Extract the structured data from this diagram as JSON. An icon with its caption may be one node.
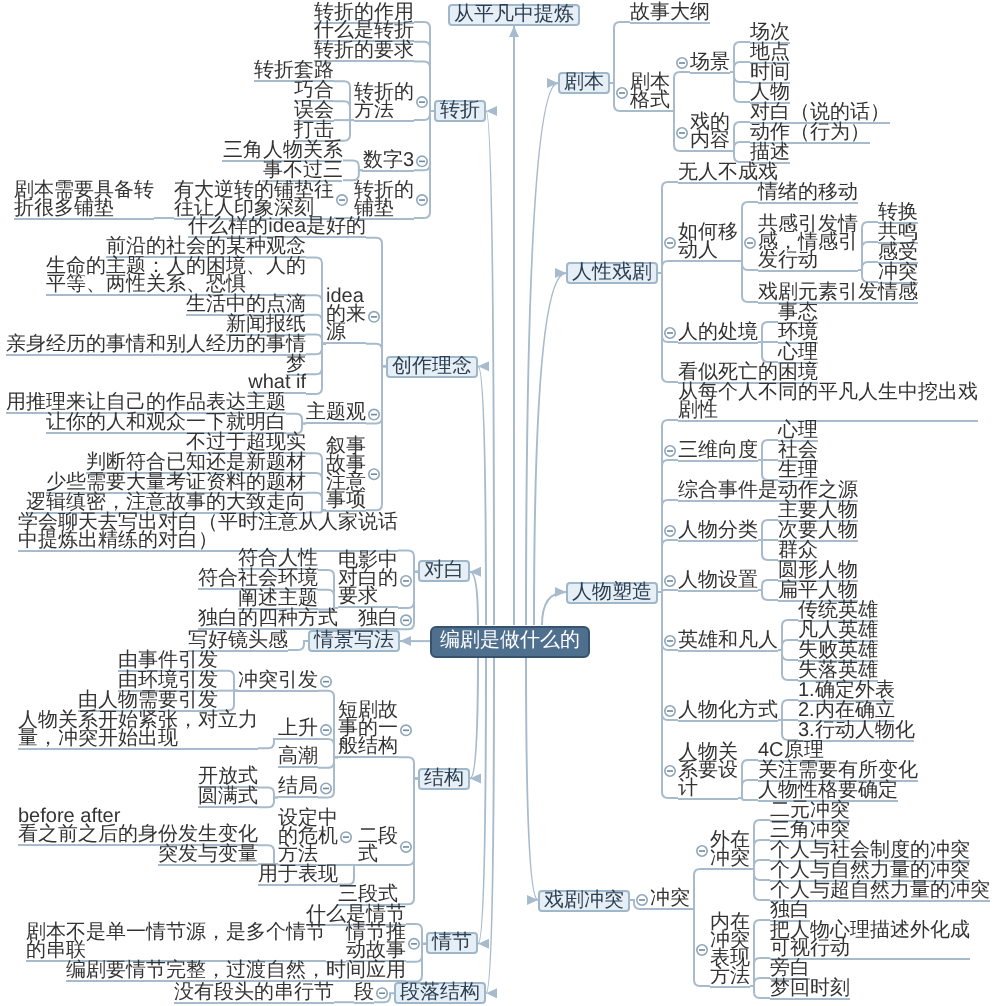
{
  "diagram": {
    "nodes": [
      {
        "text": [
          "编剧是做什么的"
        ]
      },
      {
        "text": [
          "从平凡中提炼"
        ]
      },
      {
        "text": [
          "剧本"
        ]
      },
      {
        "text": [
          "故事大纲"
        ]
      },
      {
        "text": [
          "剧本格式"
        ]
      },
      {
        "text": [
          "场景"
        ]
      },
      {
        "text": [
          "场次"
        ]
      },
      {
        "text": [
          "地点"
        ]
      },
      {
        "text": [
          "时间"
        ]
      },
      {
        "text": [
          "人物"
        ]
      },
      {
        "text": [
          "戏的内容"
        ]
      },
      {
        "text": [
          "对白（说的话）"
        ]
      },
      {
        "text": [
          "动作（行为）"
        ]
      },
      {
        "text": [
          "描述"
        ]
      },
      {
        "text": [
          "人性戏剧"
        ]
      },
      {
        "text": [
          "无人不成戏"
        ]
      },
      {
        "text": [
          "如何移动人"
        ]
      },
      {
        "text": [
          "情绪的移动"
        ]
      },
      {
        "text": [
          "共感引发情感，情感引发行动"
        ]
      },
      {
        "text": [
          "转换"
        ]
      },
      {
        "text": [
          "共鸣"
        ]
      },
      {
        "text": [
          "感受"
        ]
      },
      {
        "text": [
          "冲突"
        ]
      },
      {
        "text": [
          "戏剧元素引发情感"
        ]
      },
      {
        "text": [
          "人的处境"
        ]
      },
      {
        "text": [
          "事态"
        ]
      },
      {
        "text": [
          "环境"
        ]
      },
      {
        "text": [
          "心理"
        ]
      },
      {
        "text": [
          "看似死亡的困境"
        ]
      },
      {
        "text": [
          "人物塑造"
        ]
      },
      {
        "text": [
          "从每个人不同的平凡人生中挖出戏剧性"
        ]
      },
      {
        "text": [
          "三维向度"
        ]
      },
      {
        "text": [
          "心理"
        ]
      },
      {
        "text": [
          "社会"
        ]
      },
      {
        "text": [
          "生理"
        ]
      },
      {
        "text": [
          "综合事件是动作之源"
        ]
      },
      {
        "text": [
          "人物分类"
        ]
      },
      {
        "text": [
          "主要人物"
        ]
      },
      {
        "text": [
          "次要人物"
        ]
      },
      {
        "text": [
          "群众"
        ]
      },
      {
        "text": [
          "人物设置"
        ]
      },
      {
        "text": [
          "圆形人物"
        ]
      },
      {
        "text": [
          "扁平人物"
        ]
      },
      {
        "text": [
          "英雄和凡人"
        ]
      },
      {
        "text": [
          "传统英雄"
        ]
      },
      {
        "text": [
          "凡人英雄"
        ]
      },
      {
        "text": [
          "失败英雄"
        ]
      },
      {
        "text": [
          "失落英雄"
        ]
      },
      {
        "text": [
          "人物化方式"
        ]
      },
      {
        "text": [
          "1.确定外表"
        ]
      },
      {
        "text": [
          "2.内在确立"
        ]
      },
      {
        "text": [
          "3.行动人物化"
        ]
      },
      {
        "text": [
          "人物关系要设计"
        ]
      },
      {
        "text": [
          "4C原理"
        ]
      },
      {
        "text": [
          "关注需要有所变化"
        ]
      },
      {
        "text": [
          "人物性格要确定"
        ]
      },
      {
        "text": [
          "戏剧冲突"
        ]
      },
      {
        "text": [
          "冲突"
        ]
      },
      {
        "text": [
          "外在冲突"
        ]
      },
      {
        "text": [
          "二元冲突"
        ]
      },
      {
        "text": [
          "三角冲突"
        ]
      },
      {
        "text": [
          "个人与社会制度的冲突"
        ]
      },
      {
        "text": [
          "个人与自然力量的冲突"
        ]
      },
      {
        "text": [
          "个人与超自然力量的冲突"
        ]
      },
      {
        "text": [
          "内在冲突表现方法"
        ]
      },
      {
        "text": [
          "独白"
        ]
      },
      {
        "text": [
          "把人物心理描述外化成可视行动"
        ]
      },
      {
        "text": [
          "旁白"
        ]
      },
      {
        "text": [
          "梦回时刻"
        ]
      },
      {
        "text": [
          "转折"
        ]
      },
      {
        "text": [
          "转折的作用"
        ]
      },
      {
        "text": [
          "什么是转折"
        ]
      },
      {
        "text": [
          "转折的要求"
        ]
      },
      {
        "text": [
          "转折的方法"
        ]
      },
      {
        "text": [
          "转折套路"
        ]
      },
      {
        "text": [
          "巧合"
        ]
      },
      {
        "text": [
          "误会"
        ]
      },
      {
        "text": [
          "打击"
        ]
      },
      {
        "text": [
          "数字3"
        ]
      },
      {
        "text": [
          "三角人物关系"
        ]
      },
      {
        "text": [
          "事不过三"
        ]
      },
      {
        "text": [
          "转折的铺垫"
        ]
      },
      {
        "text": [
          "有大逆转的铺垫往往让人印象深刻"
        ]
      },
      {
        "text": [
          "剧本需要具备转折很多铺垫"
        ]
      },
      {
        "text": [
          "创作理念"
        ]
      },
      {
        "text": [
          "什么样的idea是好的"
        ]
      },
      {
        "text": [
          "idea的来源"
        ]
      },
      {
        "text": [
          "前沿的社会的某种观念"
        ]
      },
      {
        "text": [
          "生命的主题：人的困境、人的平等、两性关系、恐惧"
        ]
      },
      {
        "text": [
          "生活中的点滴"
        ]
      },
      {
        "text": [
          "新闻报纸"
        ]
      },
      {
        "text": [
          "亲身经历的事情和别人经历的事情"
        ]
      },
      {
        "text": [
          "梦"
        ]
      },
      {
        "text": [
          "what if"
        ]
      },
      {
        "text": [
          "主题观"
        ]
      },
      {
        "text": [
          "用推理来让自己的作品表达主题"
        ]
      },
      {
        "text": [
          "让你的人和观众一下就明白"
        ]
      },
      {
        "text": [
          "叙事故事注意事项"
        ]
      },
      {
        "text": [
          "不过于超现实"
        ]
      },
      {
        "text": [
          "判断符合已知还是新题材"
        ]
      },
      {
        "text": [
          "少些需要大量考证资料的题材"
        ]
      },
      {
        "text": [
          "逻辑缜密，注意故事的大致走向"
        ]
      },
      {
        "text": [
          "对白"
        ]
      },
      {
        "text": [
          "学会聊天去写出对白（平时注意从人家说话中提炼出精练的对白）"
        ]
      },
      {
        "text": [
          "电影中对白的要求"
        ]
      },
      {
        "text": [
          "符合人性"
        ]
      },
      {
        "text": [
          "符合社会环境"
        ]
      },
      {
        "text": [
          "阐述主题"
        ]
      },
      {
        "text": [
          "独白"
        ]
      },
      {
        "text": [
          "独白的四种方式"
        ]
      },
      {
        "text": [
          "情景写法"
        ]
      },
      {
        "text": [
          "写好镜头感"
        ]
      },
      {
        "text": [
          "结构"
        ]
      },
      {
        "text": [
          "短剧故事的一般结构"
        ]
      },
      {
        "text": [
          "冲突引发"
        ]
      },
      {
        "text": [
          "由事件引发"
        ]
      },
      {
        "text": [
          "由环境引发"
        ]
      },
      {
        "text": [
          "由人物需要引发"
        ]
      },
      {
        "text": [
          "上升"
        ]
      },
      {
        "text": [
          "人物关系开始紧张，对立力量，冲突开始出现"
        ]
      },
      {
        "text": [
          "高潮"
        ]
      },
      {
        "text": [
          "结局"
        ]
      },
      {
        "text": [
          "开放式"
        ]
      },
      {
        "text": [
          "圆满式"
        ]
      },
      {
        "text": [
          "二段式"
        ]
      },
      {
        "text": [
          "设定中的危机方法"
        ]
      },
      {
        "text": [
          "before after",
          "看之前之后的身份发生变化"
        ]
      },
      {
        "text": [
          "突发与变量"
        ]
      },
      {
        "text": [
          "用于表现"
        ]
      },
      {
        "text": [
          "三段式"
        ]
      },
      {
        "text": [
          "情节"
        ]
      },
      {
        "text": [
          "什么是情节"
        ]
      },
      {
        "text": [
          "情节推动故事"
        ]
      },
      {
        "text": [
          "剧本不是单一情节源，是多个情节的串联"
        ]
      },
      {
        "text": [
          "编剧要情节完整，过渡自然，时间应用"
        ]
      },
      {
        "text": [
          "段落结构"
        ]
      },
      {
        "text": [
          "段"
        ]
      },
      {
        "text": [
          "没有段头的串行节"
        ]
      }
    ],
    "edges": [
      {
        "from": 0,
        "to": 1,
        "arrow": "to"
      },
      {
        "from": 0,
        "to": 2,
        "arrow": "to"
      },
      {
        "from": 2,
        "to": 3,
        "arrow": "none"
      },
      {
        "from": 2,
        "to": 4,
        "arrow": "none"
      },
      {
        "from": 4,
        "to": 5,
        "arrow": "none"
      },
      {
        "from": 5,
        "to": 6,
        "arrow": "none"
      },
      {
        "from": 5,
        "to": 7,
        "arrow": "none"
      },
      {
        "from": 5,
        "to": 8,
        "arrow": "none"
      },
      {
        "from": 5,
        "to": 9,
        "arrow": "none"
      },
      {
        "from": 4,
        "to": 10,
        "arrow": "none"
      },
      {
        "from": 10,
        "to": 11,
        "arrow": "none"
      },
      {
        "from": 10,
        "to": 12,
        "arrow": "none"
      },
      {
        "from": 10,
        "to": 13,
        "arrow": "none"
      },
      {
        "from": 0,
        "to": 14,
        "arrow": "to"
      },
      {
        "from": 14,
        "to": 15,
        "arrow": "none"
      },
      {
        "from": 14,
        "to": 16,
        "arrow": "none"
      },
      {
        "from": 16,
        "to": 17,
        "arrow": "none"
      },
      {
        "from": 16,
        "to": 18,
        "arrow": "none"
      },
      {
        "from": 18,
        "to": 19,
        "arrow": "none"
      },
      {
        "from": 18,
        "to": 20,
        "arrow": "none"
      },
      {
        "from": 18,
        "to": 21,
        "arrow": "none"
      },
      {
        "from": 18,
        "to": 22,
        "arrow": "none"
      },
      {
        "from": 16,
        "to": 23,
        "arrow": "none"
      },
      {
        "from": 14,
        "to": 24,
        "arrow": "none"
      },
      {
        "from": 24,
        "to": 25,
        "arrow": "none"
      },
      {
        "from": 24,
        "to": 26,
        "arrow": "none"
      },
      {
        "from": 24,
        "to": 27,
        "arrow": "none"
      },
      {
        "from": 14,
        "to": 28,
        "arrow": "none"
      },
      {
        "from": 0,
        "to": 29,
        "arrow": "to"
      },
      {
        "from": 29,
        "to": 30,
        "arrow": "none"
      },
      {
        "from": 29,
        "to": 31,
        "arrow": "none"
      },
      {
        "from": 31,
        "to": 32,
        "arrow": "none"
      },
      {
        "from": 31,
        "to": 33,
        "arrow": "none"
      },
      {
        "from": 31,
        "to": 34,
        "arrow": "none"
      },
      {
        "from": 29,
        "to": 35,
        "arrow": "none"
      },
      {
        "from": 29,
        "to": 36,
        "arrow": "none"
      },
      {
        "from": 36,
        "to": 37,
        "arrow": "none"
      },
      {
        "from": 36,
        "to": 38,
        "arrow": "none"
      },
      {
        "from": 36,
        "to": 39,
        "arrow": "none"
      },
      {
        "from": 29,
        "to": 40,
        "arrow": "none"
      },
      {
        "from": 40,
        "to": 41,
        "arrow": "none"
      },
      {
        "from": 40,
        "to": 42,
        "arrow": "none"
      },
      {
        "from": 29,
        "to": 43,
        "arrow": "none"
      },
      {
        "from": 43,
        "to": 44,
        "arrow": "none"
      },
      {
        "from": 43,
        "to": 45,
        "arrow": "none"
      },
      {
        "from": 43,
        "to": 46,
        "arrow": "none"
      },
      {
        "from": 43,
        "to": 47,
        "arrow": "none"
      },
      {
        "from": 29,
        "to": 48,
        "arrow": "none"
      },
      {
        "from": 48,
        "to": 49,
        "arrow": "none"
      },
      {
        "from": 48,
        "to": 50,
        "arrow": "none"
      },
      {
        "from": 48,
        "to": 51,
        "arrow": "none"
      },
      {
        "from": 29,
        "to": 52,
        "arrow": "none"
      },
      {
        "from": 52,
        "to": 53,
        "arrow": "none"
      },
      {
        "from": 52,
        "to": 54,
        "arrow": "none"
      },
      {
        "from": 52,
        "to": 55,
        "arrow": "none"
      },
      {
        "from": 0,
        "to": 56,
        "arrow": "to"
      },
      {
        "from": 56,
        "to": 57,
        "arrow": "none"
      },
      {
        "from": 57,
        "to": 58,
        "arrow": "none"
      },
      {
        "from": 58,
        "to": 59,
        "arrow": "none"
      },
      {
        "from": 58,
        "to": 60,
        "arrow": "none"
      },
      {
        "from": 58,
        "to": 61,
        "arrow": "none"
      },
      {
        "from": 58,
        "to": 62,
        "arrow": "none"
      },
      {
        "from": 58,
        "to": 63,
        "arrow": "none"
      },
      {
        "from": 57,
        "to": 64,
        "arrow": "none"
      },
      {
        "from": 64,
        "to": 65,
        "arrow": "none"
      },
      {
        "from": 64,
        "to": 66,
        "arrow": "none"
      },
      {
        "from": 64,
        "to": 67,
        "arrow": "none"
      },
      {
        "from": 64,
        "to": 68,
        "arrow": "none"
      },
      {
        "from": 0,
        "to": 69,
        "arrow": "to"
      },
      {
        "from": 69,
        "to": 70,
        "arrow": "none"
      },
      {
        "from": 69,
        "to": 71,
        "arrow": "none"
      },
      {
        "from": 69,
        "to": 72,
        "arrow": "none"
      },
      {
        "from": 69,
        "to": 73,
        "arrow": "none"
      },
      {
        "from": 73,
        "to": 74,
        "arrow": "none"
      },
      {
        "from": 73,
        "to": 75,
        "arrow": "none"
      },
      {
        "from": 73,
        "to": 76,
        "arrow": "none"
      },
      {
        "from": 73,
        "to": 77,
        "arrow": "none"
      },
      {
        "from": 69,
        "to": 78,
        "arrow": "none"
      },
      {
        "from": 78,
        "to": 79,
        "arrow": "none"
      },
      {
        "from": 78,
        "to": 80,
        "arrow": "none"
      },
      {
        "from": 69,
        "to": 81,
        "arrow": "none"
      },
      {
        "from": 81,
        "to": 82,
        "arrow": "none"
      },
      {
        "from": 82,
        "to": 83,
        "arrow": "none"
      },
      {
        "from": 0,
        "to": 84,
        "arrow": "to"
      },
      {
        "from": 84,
        "to": 85,
        "arrow": "none"
      },
      {
        "from": 84,
        "to": 86,
        "arrow": "none"
      },
      {
        "from": 86,
        "to": 87,
        "arrow": "none"
      },
      {
        "from": 86,
        "to": 88,
        "arrow": "none"
      },
      {
        "from": 86,
        "to": 89,
        "arrow": "none"
      },
      {
        "from": 86,
        "to": 90,
        "arrow": "none"
      },
      {
        "from": 86,
        "to": 91,
        "arrow": "none"
      },
      {
        "from": 86,
        "to": 92,
        "arrow": "none"
      },
      {
        "from": 86,
        "to": 93,
        "arrow": "none"
      },
      {
        "from": 84,
        "to": 94,
        "arrow": "none"
      },
      {
        "from": 94,
        "to": 95,
        "arrow": "none"
      },
      {
        "from": 94,
        "to": 96,
        "arrow": "none"
      },
      {
        "from": 84,
        "to": 97,
        "arrow": "none"
      },
      {
        "from": 97,
        "to": 98,
        "arrow": "none"
      },
      {
        "from": 97,
        "to": 99,
        "arrow": "none"
      },
      {
        "from": 97,
        "to": 100,
        "arrow": "none"
      },
      {
        "from": 97,
        "to": 101,
        "arrow": "none"
      },
      {
        "from": 0,
        "to": 102,
        "arrow": "to"
      },
      {
        "from": 102,
        "to": 103,
        "arrow": "none"
      },
      {
        "from": 102,
        "to": 104,
        "arrow": "none"
      },
      {
        "from": 104,
        "to": 105,
        "arrow": "none"
      },
      {
        "from": 104,
        "to": 106,
        "arrow": "none"
      },
      {
        "from": 104,
        "to": 107,
        "arrow": "none"
      },
      {
        "from": 102,
        "to": 108,
        "arrow": "none"
      },
      {
        "from": 108,
        "to": 109,
        "arrow": "none"
      },
      {
        "from": 0,
        "to": 110,
        "arrow": "to"
      },
      {
        "from": 110,
        "to": 111,
        "arrow": "none"
      },
      {
        "from": 0,
        "to": 112,
        "arrow": "to"
      },
      {
        "from": 112,
        "to": 113,
        "arrow": "none"
      },
      {
        "from": 113,
        "to": 114,
        "arrow": "none"
      },
      {
        "from": 114,
        "to": 115,
        "arrow": "none"
      },
      {
        "from": 114,
        "to": 116,
        "arrow": "none"
      },
      {
        "from": 114,
        "to": 117,
        "arrow": "none"
      },
      {
        "from": 113,
        "to": 118,
        "arrow": "none"
      },
      {
        "from": 118,
        "to": 119,
        "arrow": "none"
      },
      {
        "from": 113,
        "to": 120,
        "arrow": "none"
      },
      {
        "from": 113,
        "to": 121,
        "arrow": "none"
      },
      {
        "from": 121,
        "to": 122,
        "arrow": "none"
      },
      {
        "from": 121,
        "to": 123,
        "arrow": "none"
      },
      {
        "from": 112,
        "to": 124,
        "arrow": "none"
      },
      {
        "from": 124,
        "to": 125,
        "arrow": "none"
      },
      {
        "from": 125,
        "to": 126,
        "arrow": "none"
      },
      {
        "from": 125,
        "to": 127,
        "arrow": "none"
      },
      {
        "from": 124,
        "to": 128,
        "arrow": "none"
      },
      {
        "from": 112,
        "to": 129,
        "arrow": "none"
      },
      {
        "from": 0,
        "to": 130,
        "arrow": "to"
      },
      {
        "from": 130,
        "to": 131,
        "arrow": "none"
      },
      {
        "from": 130,
        "to": 132,
        "arrow": "none"
      },
      {
        "from": 132,
        "to": 133,
        "arrow": "none"
      },
      {
        "from": 130,
        "to": 134,
        "arrow": "none"
      },
      {
        "from": 0,
        "to": 135,
        "arrow": "to"
      },
      {
        "from": 135,
        "to": 136,
        "arrow": "none"
      },
      {
        "from": 136,
        "to": 137,
        "arrow": "none"
      }
    ]
  }
}
